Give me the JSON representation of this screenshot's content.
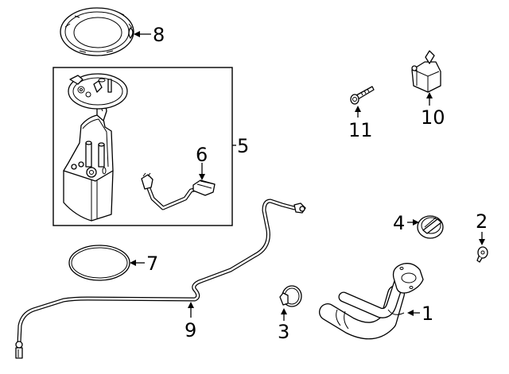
{
  "diagram": {
    "type": "exploded parts diagram",
    "subject": "fuel pump module and filler pipe assembly",
    "colors": {
      "line": "#000000",
      "background": "#ffffff"
    },
    "callouts": [
      {
        "id": "1",
        "label": "1",
        "part": "filler pipe"
      },
      {
        "id": "2",
        "label": "2",
        "part": "ground strap / eyelet"
      },
      {
        "id": "3",
        "label": "3",
        "part": "hose clamp"
      },
      {
        "id": "4",
        "label": "4",
        "part": "fuel cap"
      },
      {
        "id": "5",
        "label": "5",
        "part": "fuel pump module assembly"
      },
      {
        "id": "6",
        "label": "6",
        "part": "wiring harness / sending unit"
      },
      {
        "id": "7",
        "label": "7",
        "part": "seal ring"
      },
      {
        "id": "8",
        "label": "8",
        "part": "lock ring"
      },
      {
        "id": "9",
        "label": "9",
        "part": "vent tube"
      },
      {
        "id": "10",
        "label": "10",
        "part": "connector / relay"
      },
      {
        "id": "11",
        "label": "11",
        "part": "bolt"
      }
    ]
  }
}
